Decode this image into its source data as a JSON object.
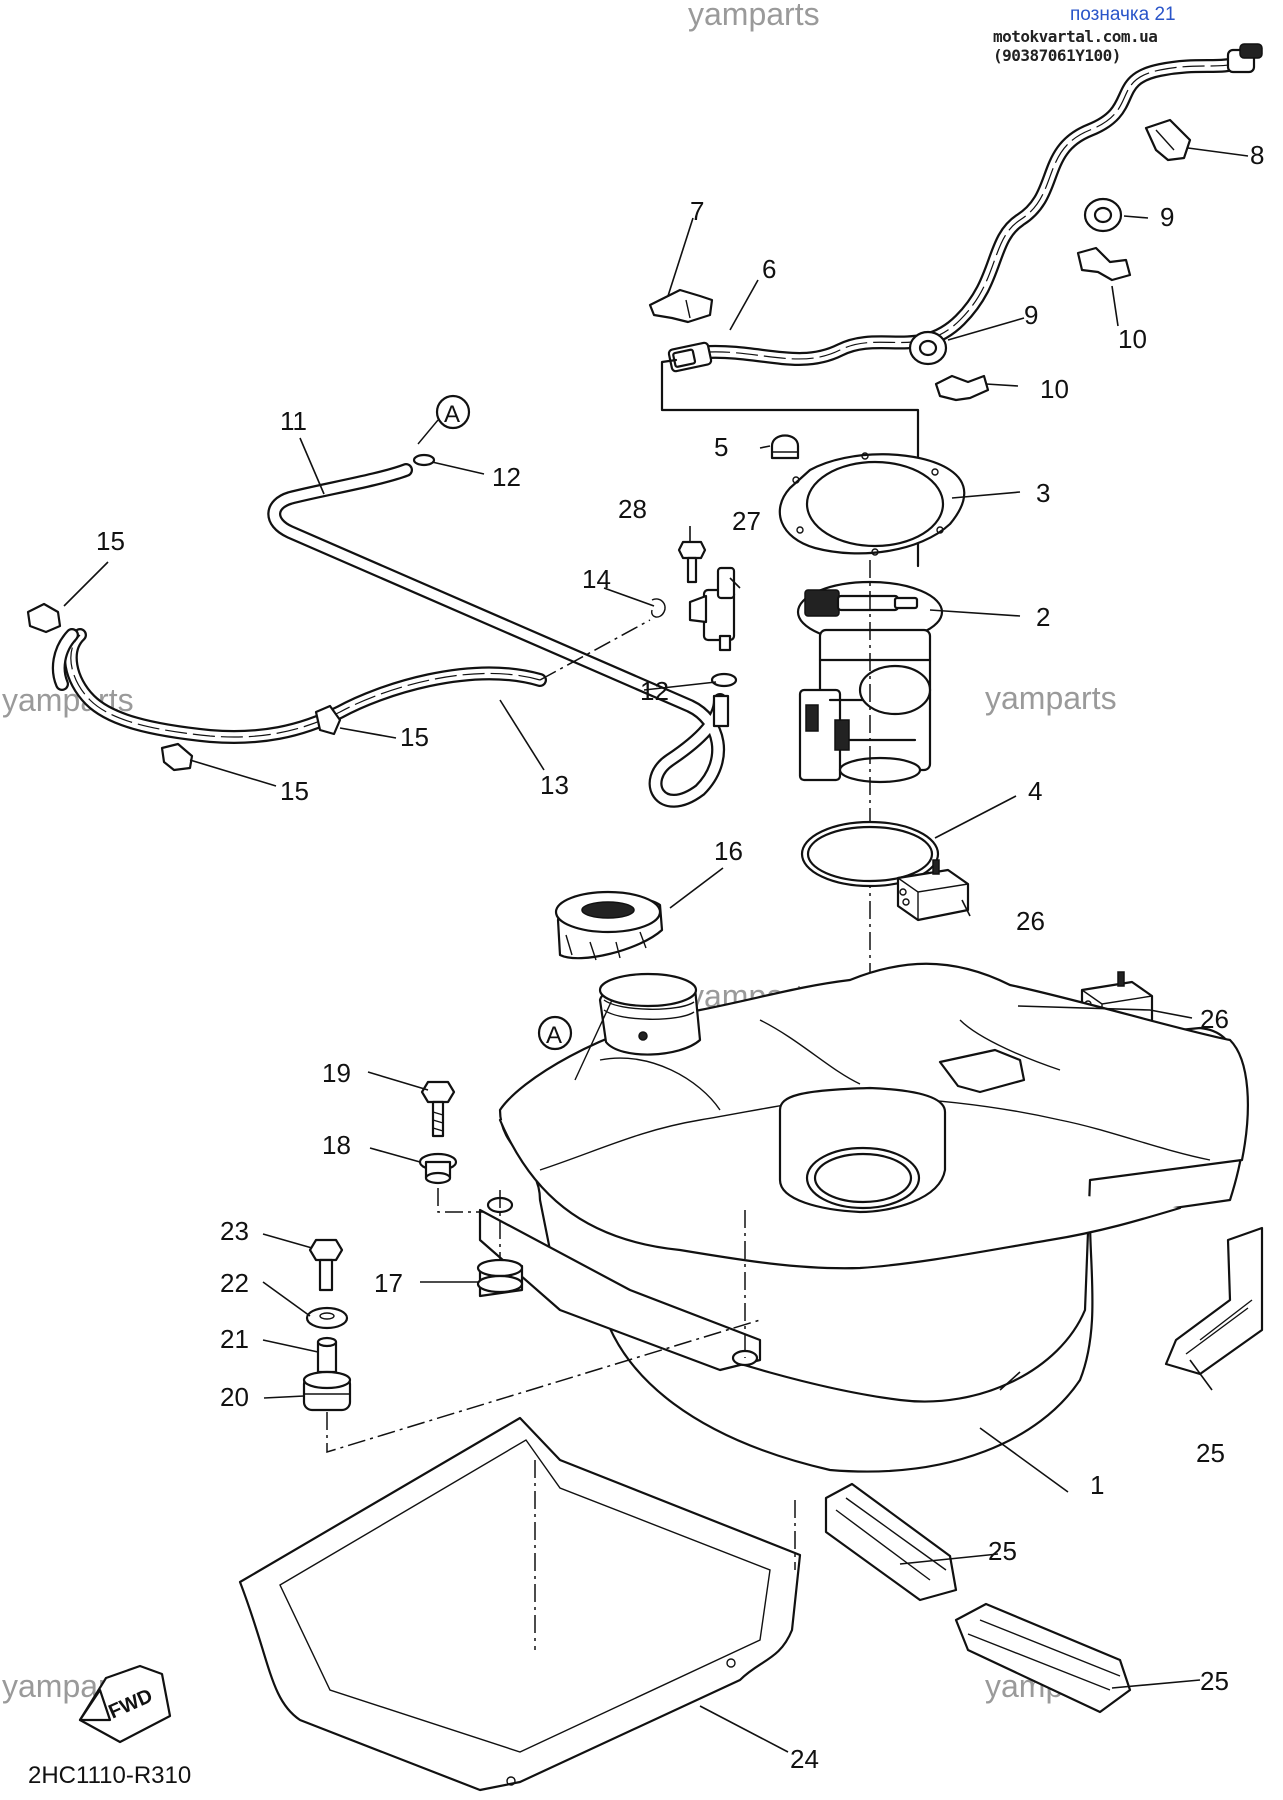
{
  "header": {
    "title": "позначка 21",
    "site": "motokvartal.com.ua (90387061Y100)"
  },
  "watermarks": [
    "yamparts",
    "yamparts",
    "yamparts",
    "yamparts",
    "yamparts",
    "yamparts"
  ],
  "diagram_code": "2HC1110-R310",
  "fwd_label": "FWD",
  "ref_labels": {
    "a_top": "A",
    "a_tank": "A"
  },
  "callouts": {
    "p1": "1",
    "p2": "2",
    "p3": "3",
    "p4": "4",
    "p5": "5",
    "p6": "6",
    "p7": "7",
    "p8": "8",
    "p9a": "9",
    "p9b": "9",
    "p10a": "10",
    "p10b": "10",
    "p11": "11",
    "p12a": "12",
    "p12b": "12",
    "p13": "13",
    "p14": "14",
    "p15a": "15",
    "p15b": "15",
    "p15c": "15",
    "p16": "16",
    "p17": "17",
    "p18": "18",
    "p19": "19",
    "p20": "20",
    "p21": "21",
    "p22": "22",
    "p23": "23",
    "p24": "24",
    "p25a": "25",
    "p25b": "25",
    "p25c": "25",
    "p26a": "26",
    "p26b": "26",
    "p27": "27",
    "p28": "28"
  }
}
